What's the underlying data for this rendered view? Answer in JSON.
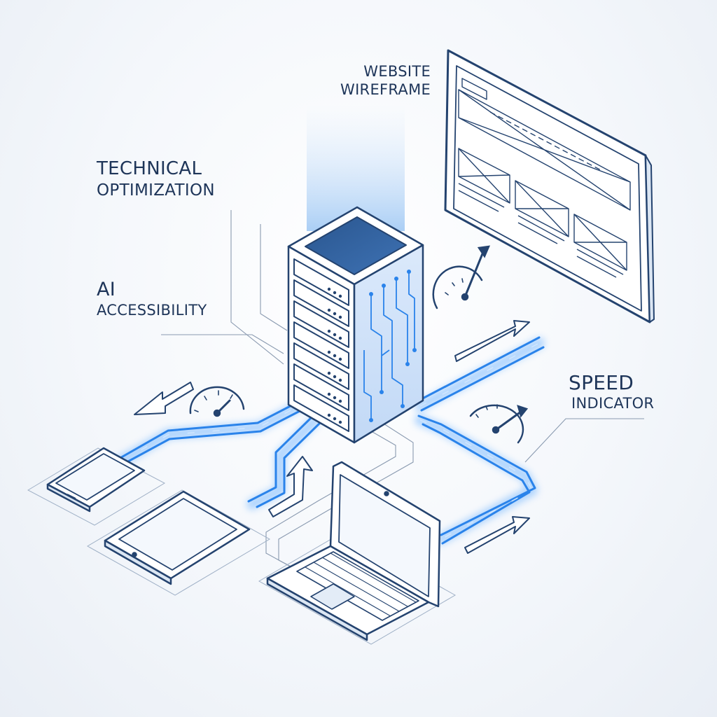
{
  "labels": {
    "website": {
      "line1": "WEBSITE",
      "line2": "WIREFRAME"
    },
    "technical": {
      "line1": "TECHNICAL",
      "line2": "OPTIMIZATION"
    },
    "ai": {
      "line1": "AI",
      "line2": "ACCESSIBILITY"
    },
    "speed": {
      "line1": "SPEED",
      "line2": "INDICATOR"
    }
  },
  "colors": {
    "line": "#24436f",
    "accent": "#1f7ae0",
    "glow": "#5aa9ff",
    "server_top": "#2f5e9e",
    "text": "#1e3559"
  },
  "icons": [
    "server-icon",
    "monitor-icon",
    "smartphone-icon",
    "tablet-icon",
    "laptop-icon",
    "speedometer-icon",
    "arrow-icon"
  ]
}
